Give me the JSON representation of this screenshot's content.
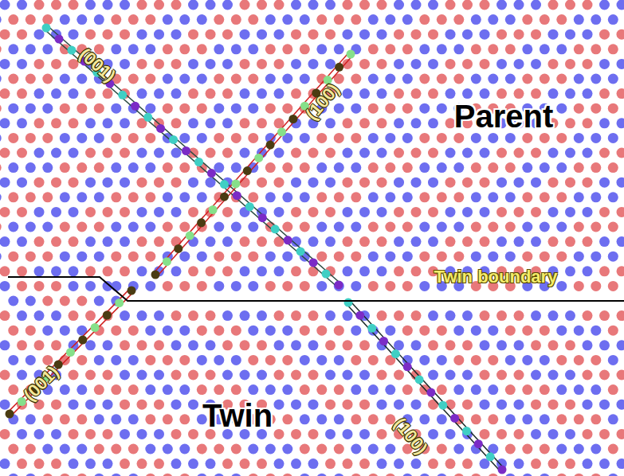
{
  "diagram": {
    "labels": [
      "(001)",
      "(100)",
      "Parent",
      "Twin boundary",
      "(001)",
      "Twin",
      "(100)"
    ]
  }
}
